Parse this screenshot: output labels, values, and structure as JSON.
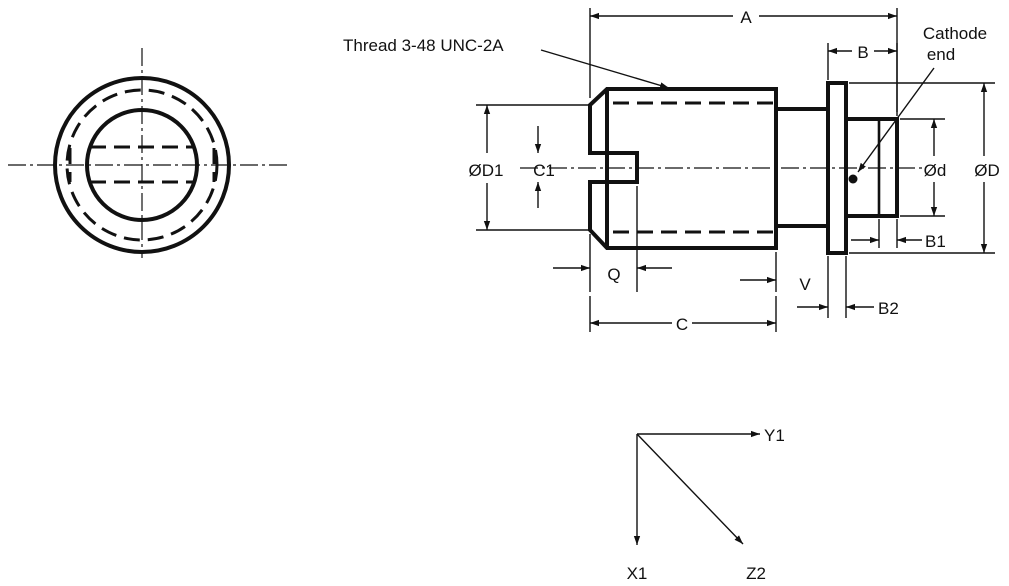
{
  "labels": {
    "thread": "Thread 3-48 UNC-2A",
    "cathode_line1": "Cathode",
    "cathode_line2": "end",
    "A": "A",
    "B": "B",
    "B1": "B1",
    "B2": "B2",
    "C": "C",
    "C1": "C1",
    "D": "ØD",
    "D1": "ØD1",
    "d": "Ød",
    "Q": "Q",
    "V": "V"
  },
  "axes": {
    "Y1": "Y1",
    "X1": "X1",
    "Z2": "Z2"
  }
}
